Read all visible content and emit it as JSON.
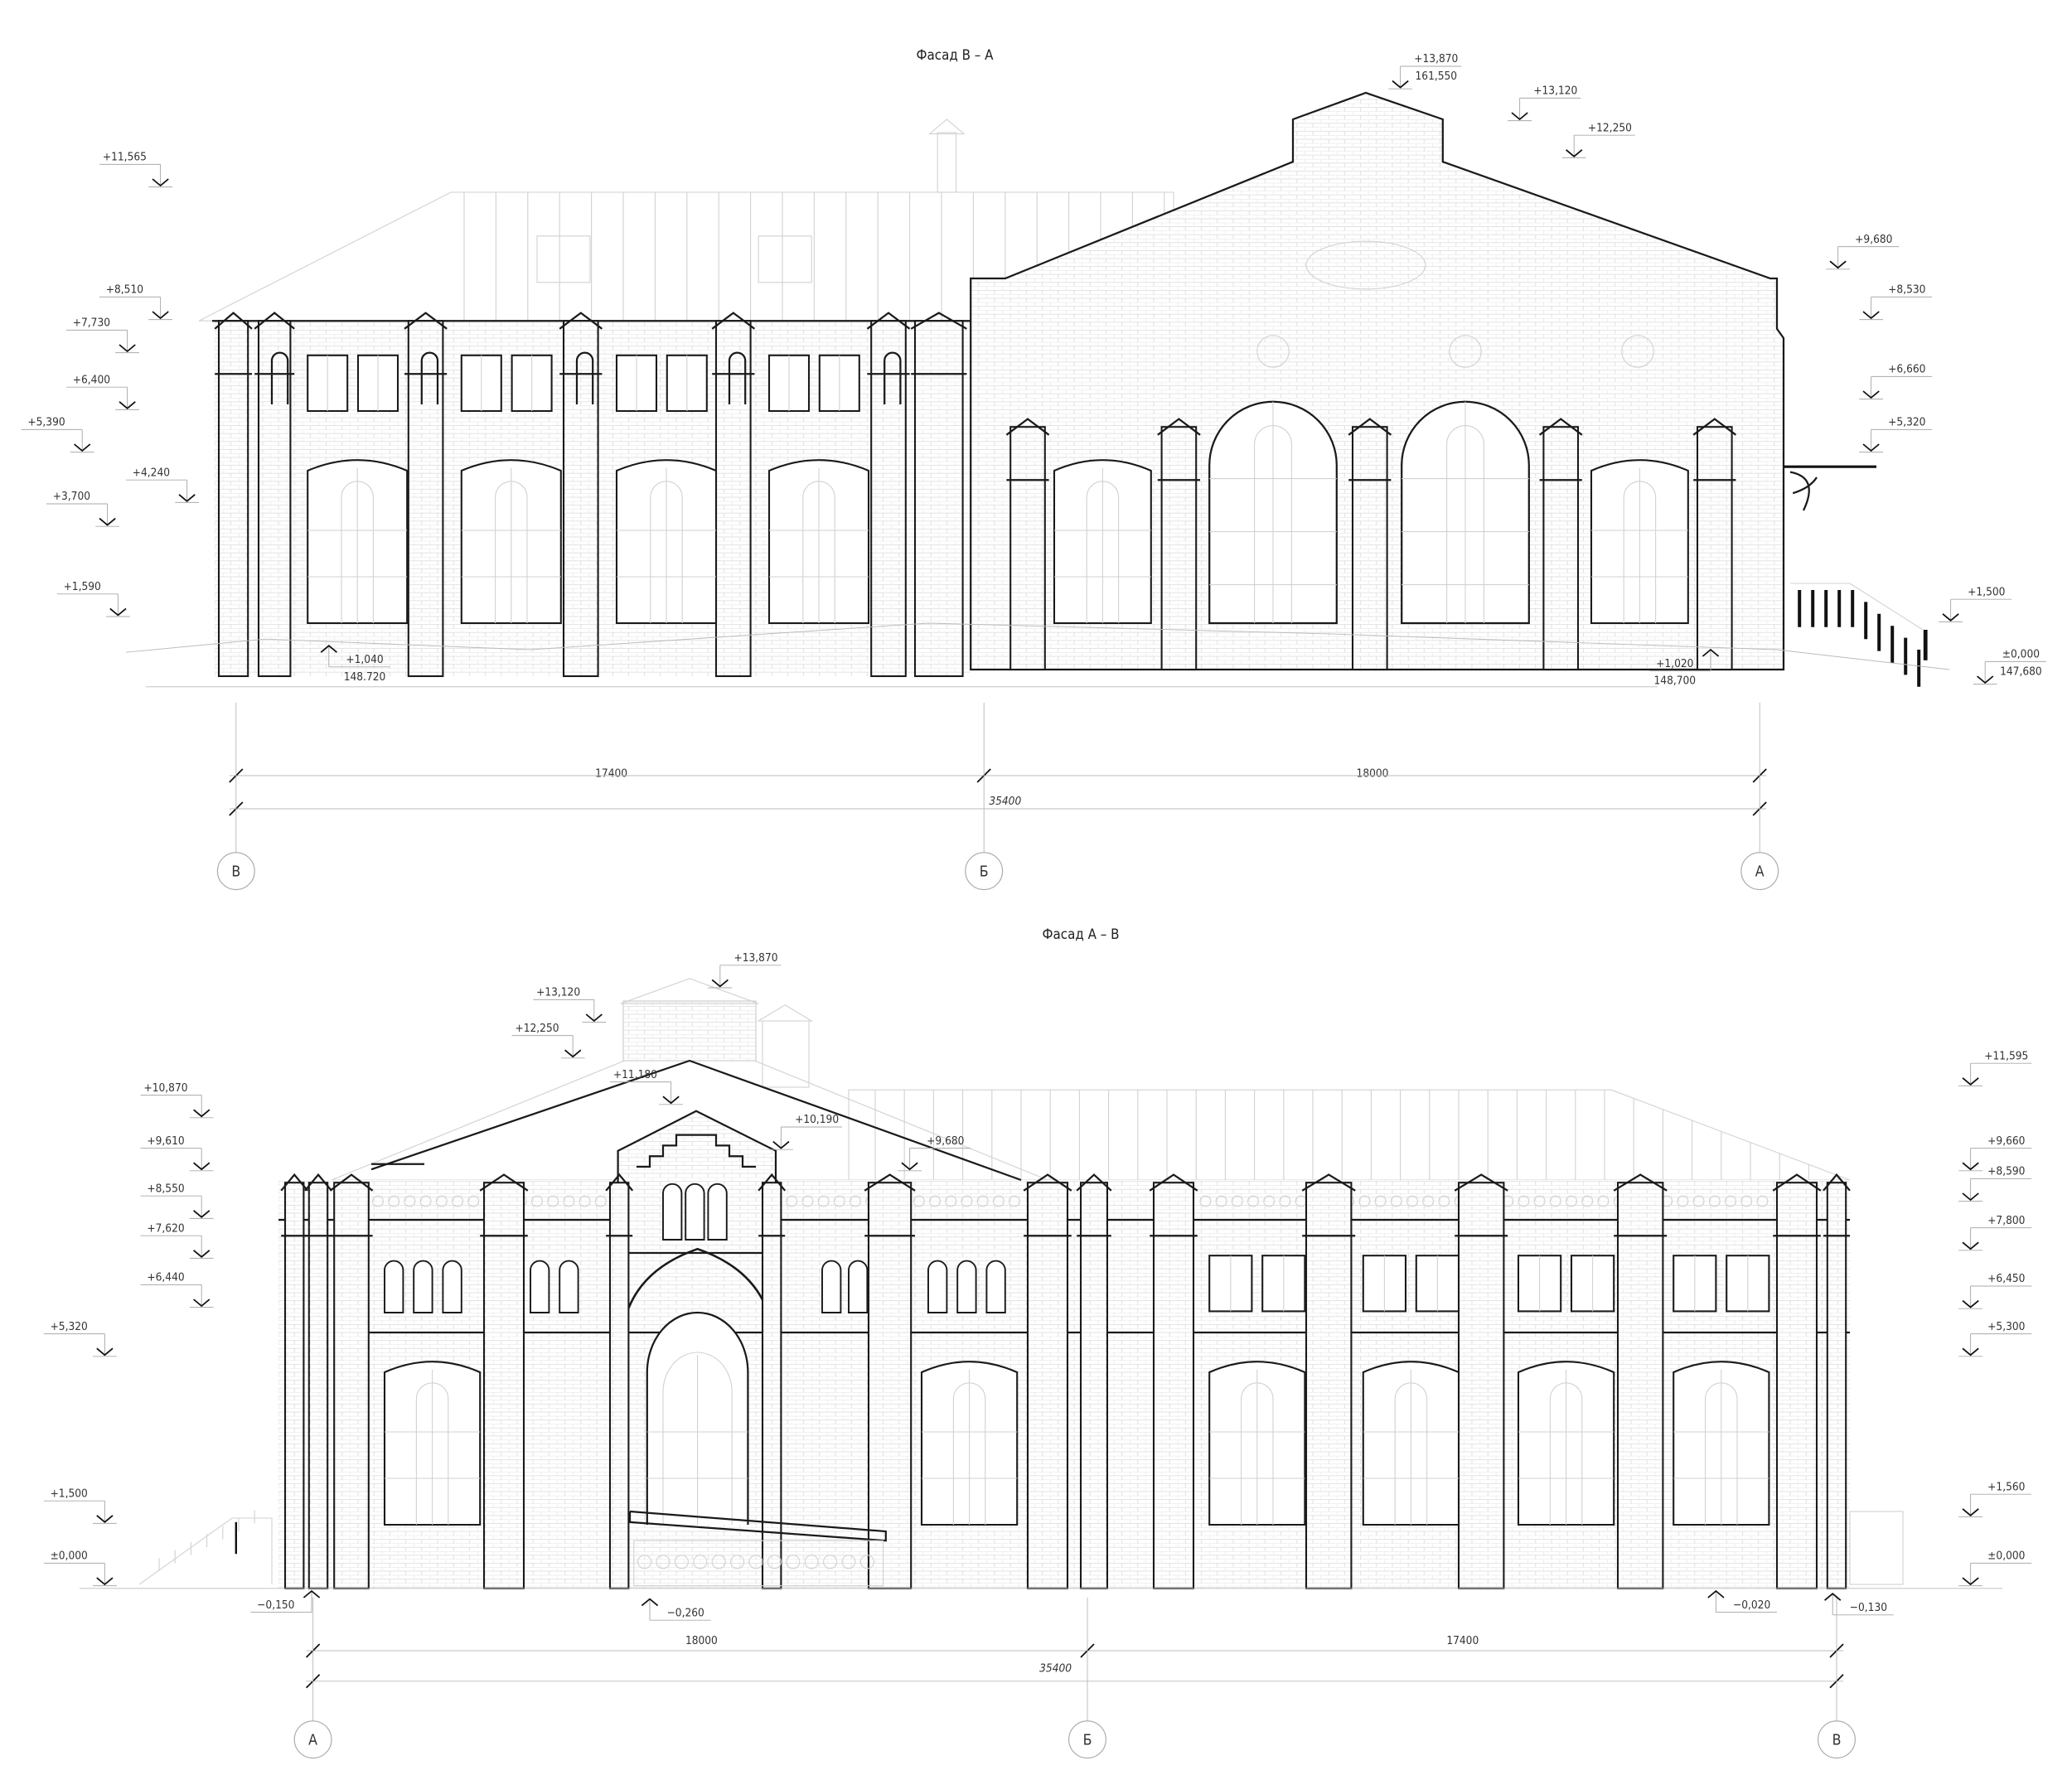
{
  "facade_top": {
    "title": "Фасад В – А",
    "elevations": [
      {
        "value": "+11,565"
      },
      {
        "value": "+8,510"
      },
      {
        "value": "+7,730"
      },
      {
        "value": "+6,400"
      },
      {
        "value": "+5,390"
      },
      {
        "value": "+4,240"
      },
      {
        "value": "+3,700"
      },
      {
        "value": "+1,590"
      },
      {
        "value": "+13,870",
        "sub": "161,550"
      },
      {
        "value": "+13,120"
      },
      {
        "value": "+12,250"
      },
      {
        "value": "+9,680"
      },
      {
        "value": "+8,530"
      },
      {
        "value": "+6,660"
      },
      {
        "value": "+5,320"
      },
      {
        "value": "+1,500"
      },
      {
        "value": "±0,000",
        "sub": "147,680"
      },
      {
        "value": "+1,040",
        "sub": "148.720"
      },
      {
        "value": "+1,020",
        "sub": "148,700"
      }
    ],
    "dimensions": {
      "left": "17400",
      "right": "18000",
      "total": "35400"
    },
    "axes": [
      "В",
      "Б",
      "А"
    ]
  },
  "facade_bottom": {
    "title": "Фасад А – В",
    "elevations": [
      {
        "value": "+13,870"
      },
      {
        "value": "+13,120"
      },
      {
        "value": "+12,250"
      },
      {
        "value": "+11,180"
      },
      {
        "value": "+10,190"
      },
      {
        "value": "+9,680"
      },
      {
        "value": "+10,870"
      },
      {
        "value": "+9,610"
      },
      {
        "value": "+8,550"
      },
      {
        "value": "+7,620"
      },
      {
        "value": "+6,440"
      },
      {
        "value": "+5,320"
      },
      {
        "value": "+1,500"
      },
      {
        "value": "±0,000"
      },
      {
        "value": "+11,595"
      },
      {
        "value": "+9,660"
      },
      {
        "value": "+8,590"
      },
      {
        "value": "+7,800"
      },
      {
        "value": "+6,450"
      },
      {
        "value": "+5,300"
      },
      {
        "value": "+1,560"
      },
      {
        "value": "±0,000"
      },
      {
        "value": "−0,150"
      },
      {
        "value": "−0,260"
      },
      {
        "value": "−0,020"
      },
      {
        "value": "−0,130"
      }
    ],
    "dimensions": {
      "left": "18000",
      "right": "17400",
      "total": "35400"
    },
    "axes": [
      "А",
      "Б",
      "В"
    ]
  }
}
